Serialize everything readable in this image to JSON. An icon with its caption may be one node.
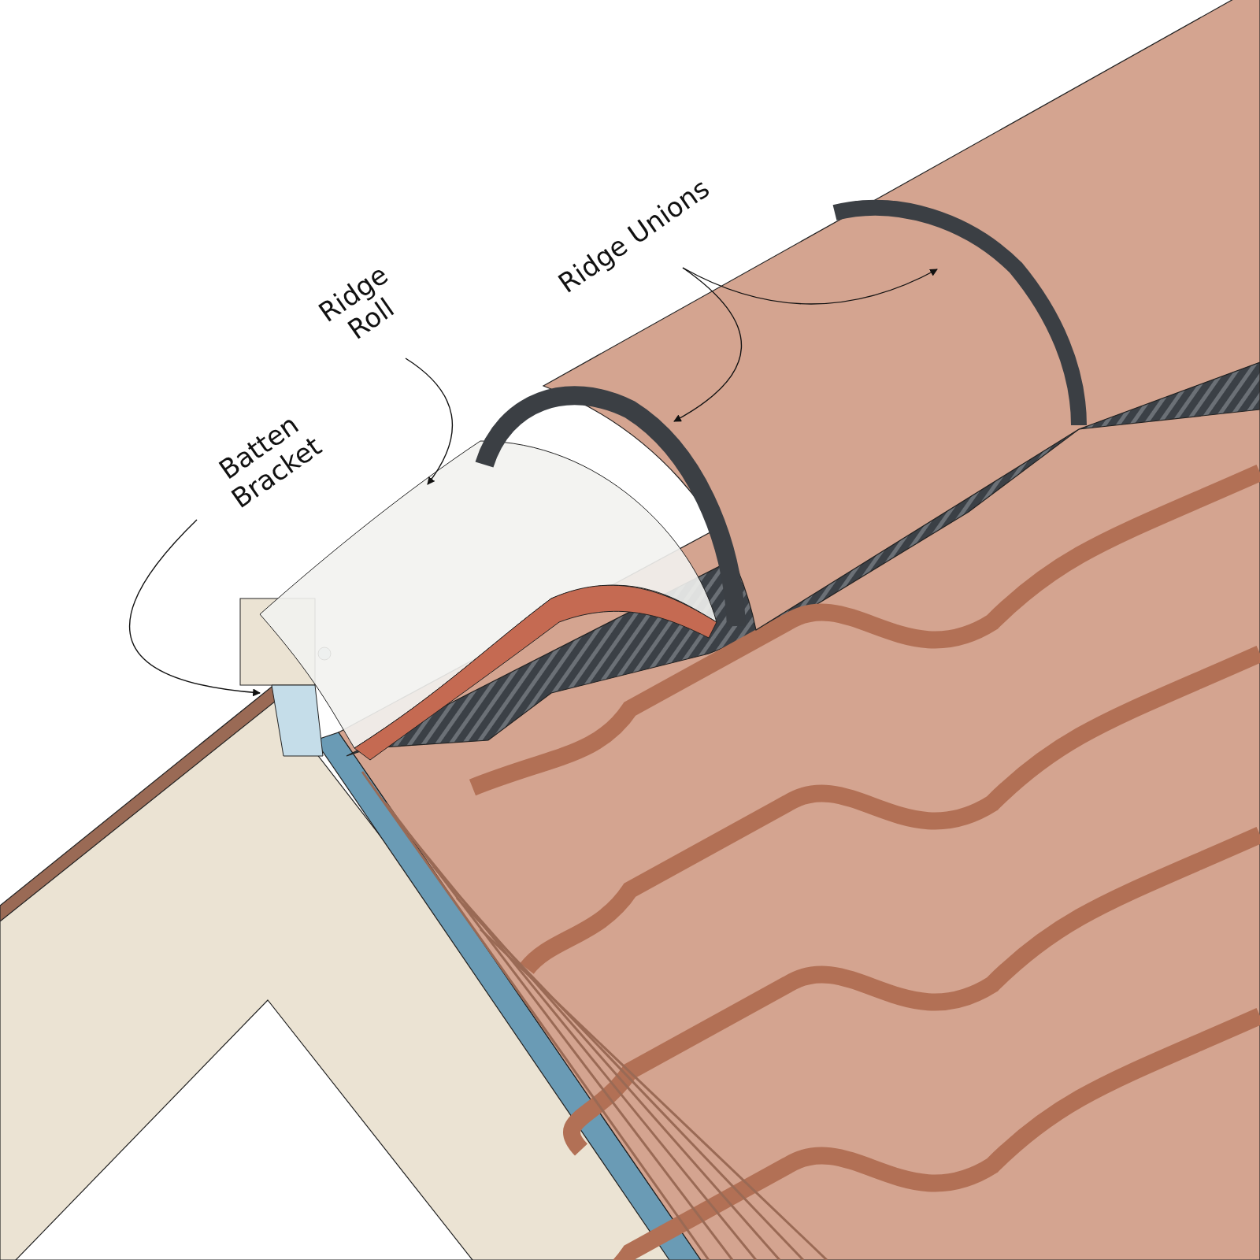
{
  "diagram": {
    "nodes": [
      {
        "text": [
          "Batten Bracket"
        ]
      },
      {
        "text": [
          "Ridge Roll"
        ]
      },
      {
        "text": [
          "Ridge Unions"
        ]
      },
      {
        "text": [],
        "shape": "picture"
      },
      {
        "text": [],
        "shape": "picture"
      },
      {
        "text": [],
        "shape": "picture"
      },
      {
        "text": [],
        "shape": "picture"
      }
    ],
    "edges": [
      {
        "from": 0,
        "to": 3,
        "arrow": "to"
      },
      {
        "from": 1,
        "to": 4,
        "arrow": "to"
      },
      {
        "from": 2,
        "to": 5,
        "arrow": "to"
      },
      {
        "from": 2,
        "to": 6,
        "arrow": "to"
      }
    ]
  }
}
